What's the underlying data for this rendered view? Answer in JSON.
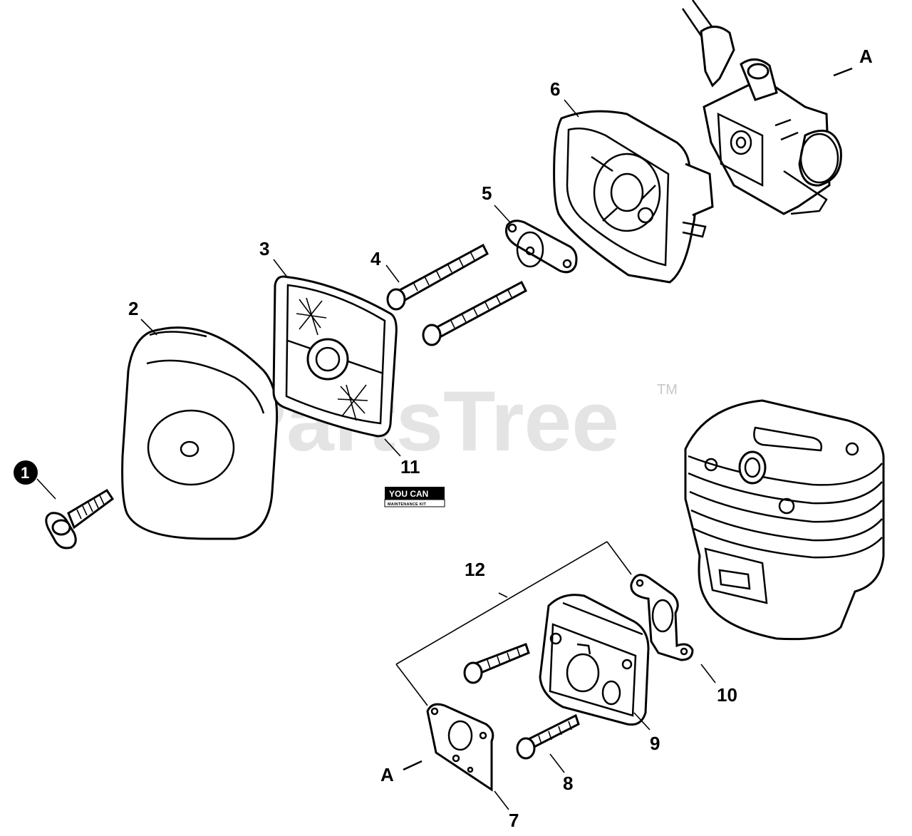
{
  "watermark": {
    "brand": "PartsTree",
    "trademark": "TM"
  },
  "kit_badge": {
    "line1": "YOU CAN",
    "line2": "MAINTENANCE KIT"
  },
  "callouts": {
    "p1": "1",
    "p2": "2",
    "p3": "3",
    "p4": "4",
    "p5": "5",
    "p6": "6",
    "p7": "7",
    "p8": "8",
    "p9": "9",
    "p10": "10",
    "p11": "11",
    "p12": "12",
    "a_top": "A",
    "a_bottom": "A"
  }
}
